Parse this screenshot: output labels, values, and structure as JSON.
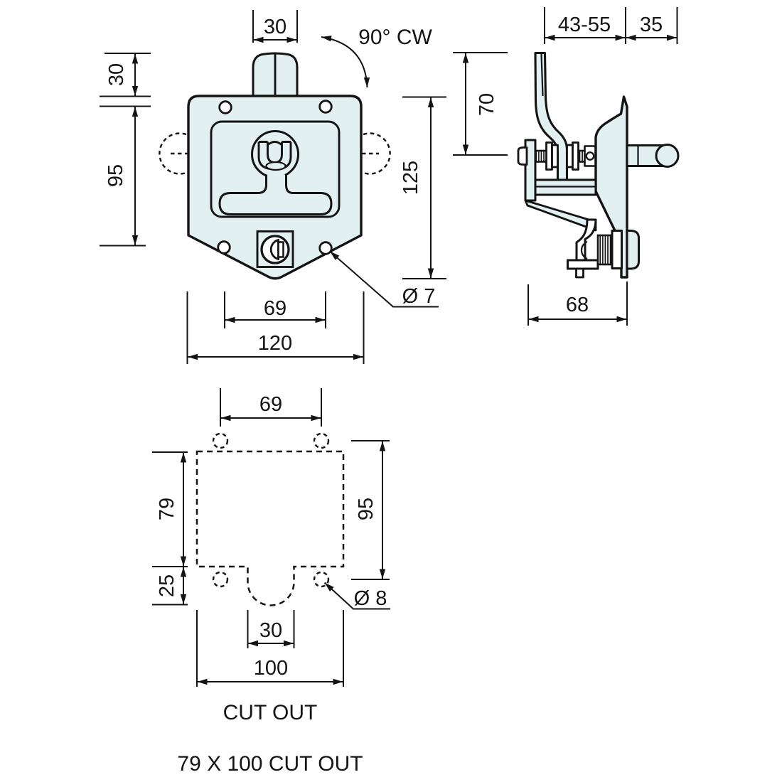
{
  "caption": "79 X 100 CUT OUT",
  "colors": {
    "fill": "#e3f0f1",
    "line": "#141414"
  },
  "front_view": {
    "dim_stem_width": "30",
    "rotation_label": "90° CW",
    "dim_stem_height": "30",
    "dim_hole_span_vertical": "95",
    "dim_overall_height": "125",
    "dim_hole_span_horizontal": "69",
    "dim_overall_width": "120",
    "hole_callout": "Ø 7"
  },
  "side_view": {
    "dim_grip_clearance": "43-55",
    "dim_handle_protrusion": "35",
    "dim_handle_height": "70",
    "dim_body_depth": "68"
  },
  "cutout_view": {
    "dim_hole_span_horizontal": "69",
    "dim_cutout_height": "79",
    "dim_hole_span_vertical": "95",
    "dim_notch_depth": "25",
    "dim_notch_width": "30",
    "dim_cutout_width": "100",
    "hole_callout": "Ø 8",
    "label": "CUT OUT"
  }
}
